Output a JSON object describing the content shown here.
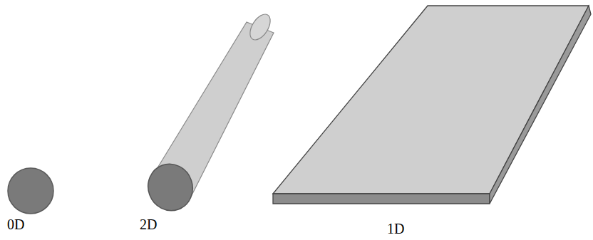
{
  "diagram": {
    "labels": [
      "0D",
      "2D",
      "1D"
    ]
  }
}
